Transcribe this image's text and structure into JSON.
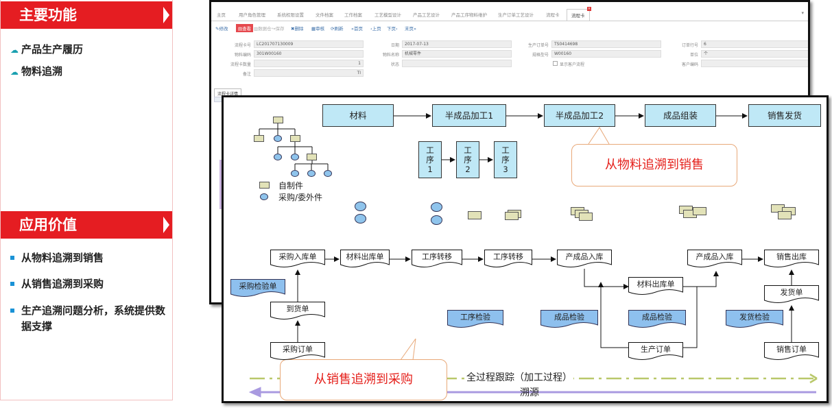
{
  "left_panel": {
    "features_title": "主要功能",
    "features": [
      {
        "label": "产品生产履历"
      },
      {
        "label": "物料追溯"
      }
    ],
    "value_title": "应用价值",
    "values": [
      {
        "label": "从物料追溯到销售"
      },
      {
        "label": "从销售追溯到采购"
      },
      {
        "label": "生产追溯问题分析，系统提供数据支撑"
      }
    ]
  },
  "erp": {
    "tabs": [
      "主页",
      "用户角色管理",
      "系统权限设置",
      "文件档案",
      "工作档案",
      "工艺模型设计",
      "产品工艺设计",
      "产品工序物料维护",
      "生产订单工艺设计",
      "流程卡",
      "流程卡"
    ],
    "toolbar": [
      "修改",
      "查看",
      "数据仓",
      "保存",
      "删除",
      "审核",
      "刷新",
      "首页",
      "上页",
      "下页",
      "末页"
    ],
    "fields": {
      "card_no_label": "流程卡号",
      "card_no": "LC201707130009",
      "mat_code_label": "物料编码",
      "mat_code": "301W00160",
      "qty_label": "流程卡数量",
      "qty": "1",
      "note_label": "备注",
      "note": "TI",
      "date_label": "日期",
      "date": "2017-07-13",
      "mat_name_label": "物料名称",
      "mat_name": "机械零件",
      "status_label": "状态",
      "status": "",
      "order_no_label": "生产订单号",
      "order_no": "TS0414698",
      "spec_label": "规格型号",
      "spec": "W00160",
      "tracking_label": "显示客户流程",
      "order_line_label": "订单行号",
      "order_line": "6",
      "unit_label": "单位",
      "unit": "个",
      "customer_label": "客户编码",
      "customer": ""
    },
    "detail_tab": "流程卡详情"
  },
  "diagram": {
    "top_flow": [
      "材料",
      "半成品加工1",
      "半成品加工2",
      "成品组装",
      "销售发货"
    ],
    "steps": [
      {
        "line1": "工",
        "line2": "序",
        "line3": "1"
      },
      {
        "line1": "工",
        "line2": "序",
        "line3": "2"
      },
      {
        "line1": "工",
        "line2": "序",
        "line3": "3"
      }
    ],
    "callout_top": "从物料追溯到销售",
    "callout_bottom": "从销售追溯到采购",
    "legend": {
      "self_made": "自制件",
      "purchased": "采购/委外件"
    },
    "docs": {
      "purchase_in": "采购入库单",
      "material_out": "材料出库单",
      "transfer1": "工序转移",
      "transfer2": "工序转移",
      "product_in": "产成品入库",
      "product_in2": "产成品入库",
      "sales_out": "销售出库",
      "arrival": "到货单",
      "purchase_order": "采购订单",
      "material_out2": "材料出库单",
      "production_order": "生产订单",
      "delivery": "发货单",
      "sales_order": "销售订单"
    },
    "inspections": {
      "purchase_insp": "采购检验单",
      "process_insp": "工序检验",
      "product_insp1": "成品检验",
      "product_insp2": "成品检验",
      "delivery_insp": "发货检验"
    },
    "full_trace": "全过程跟踪（加工过程）",
    "trace_back": "溯源"
  }
}
